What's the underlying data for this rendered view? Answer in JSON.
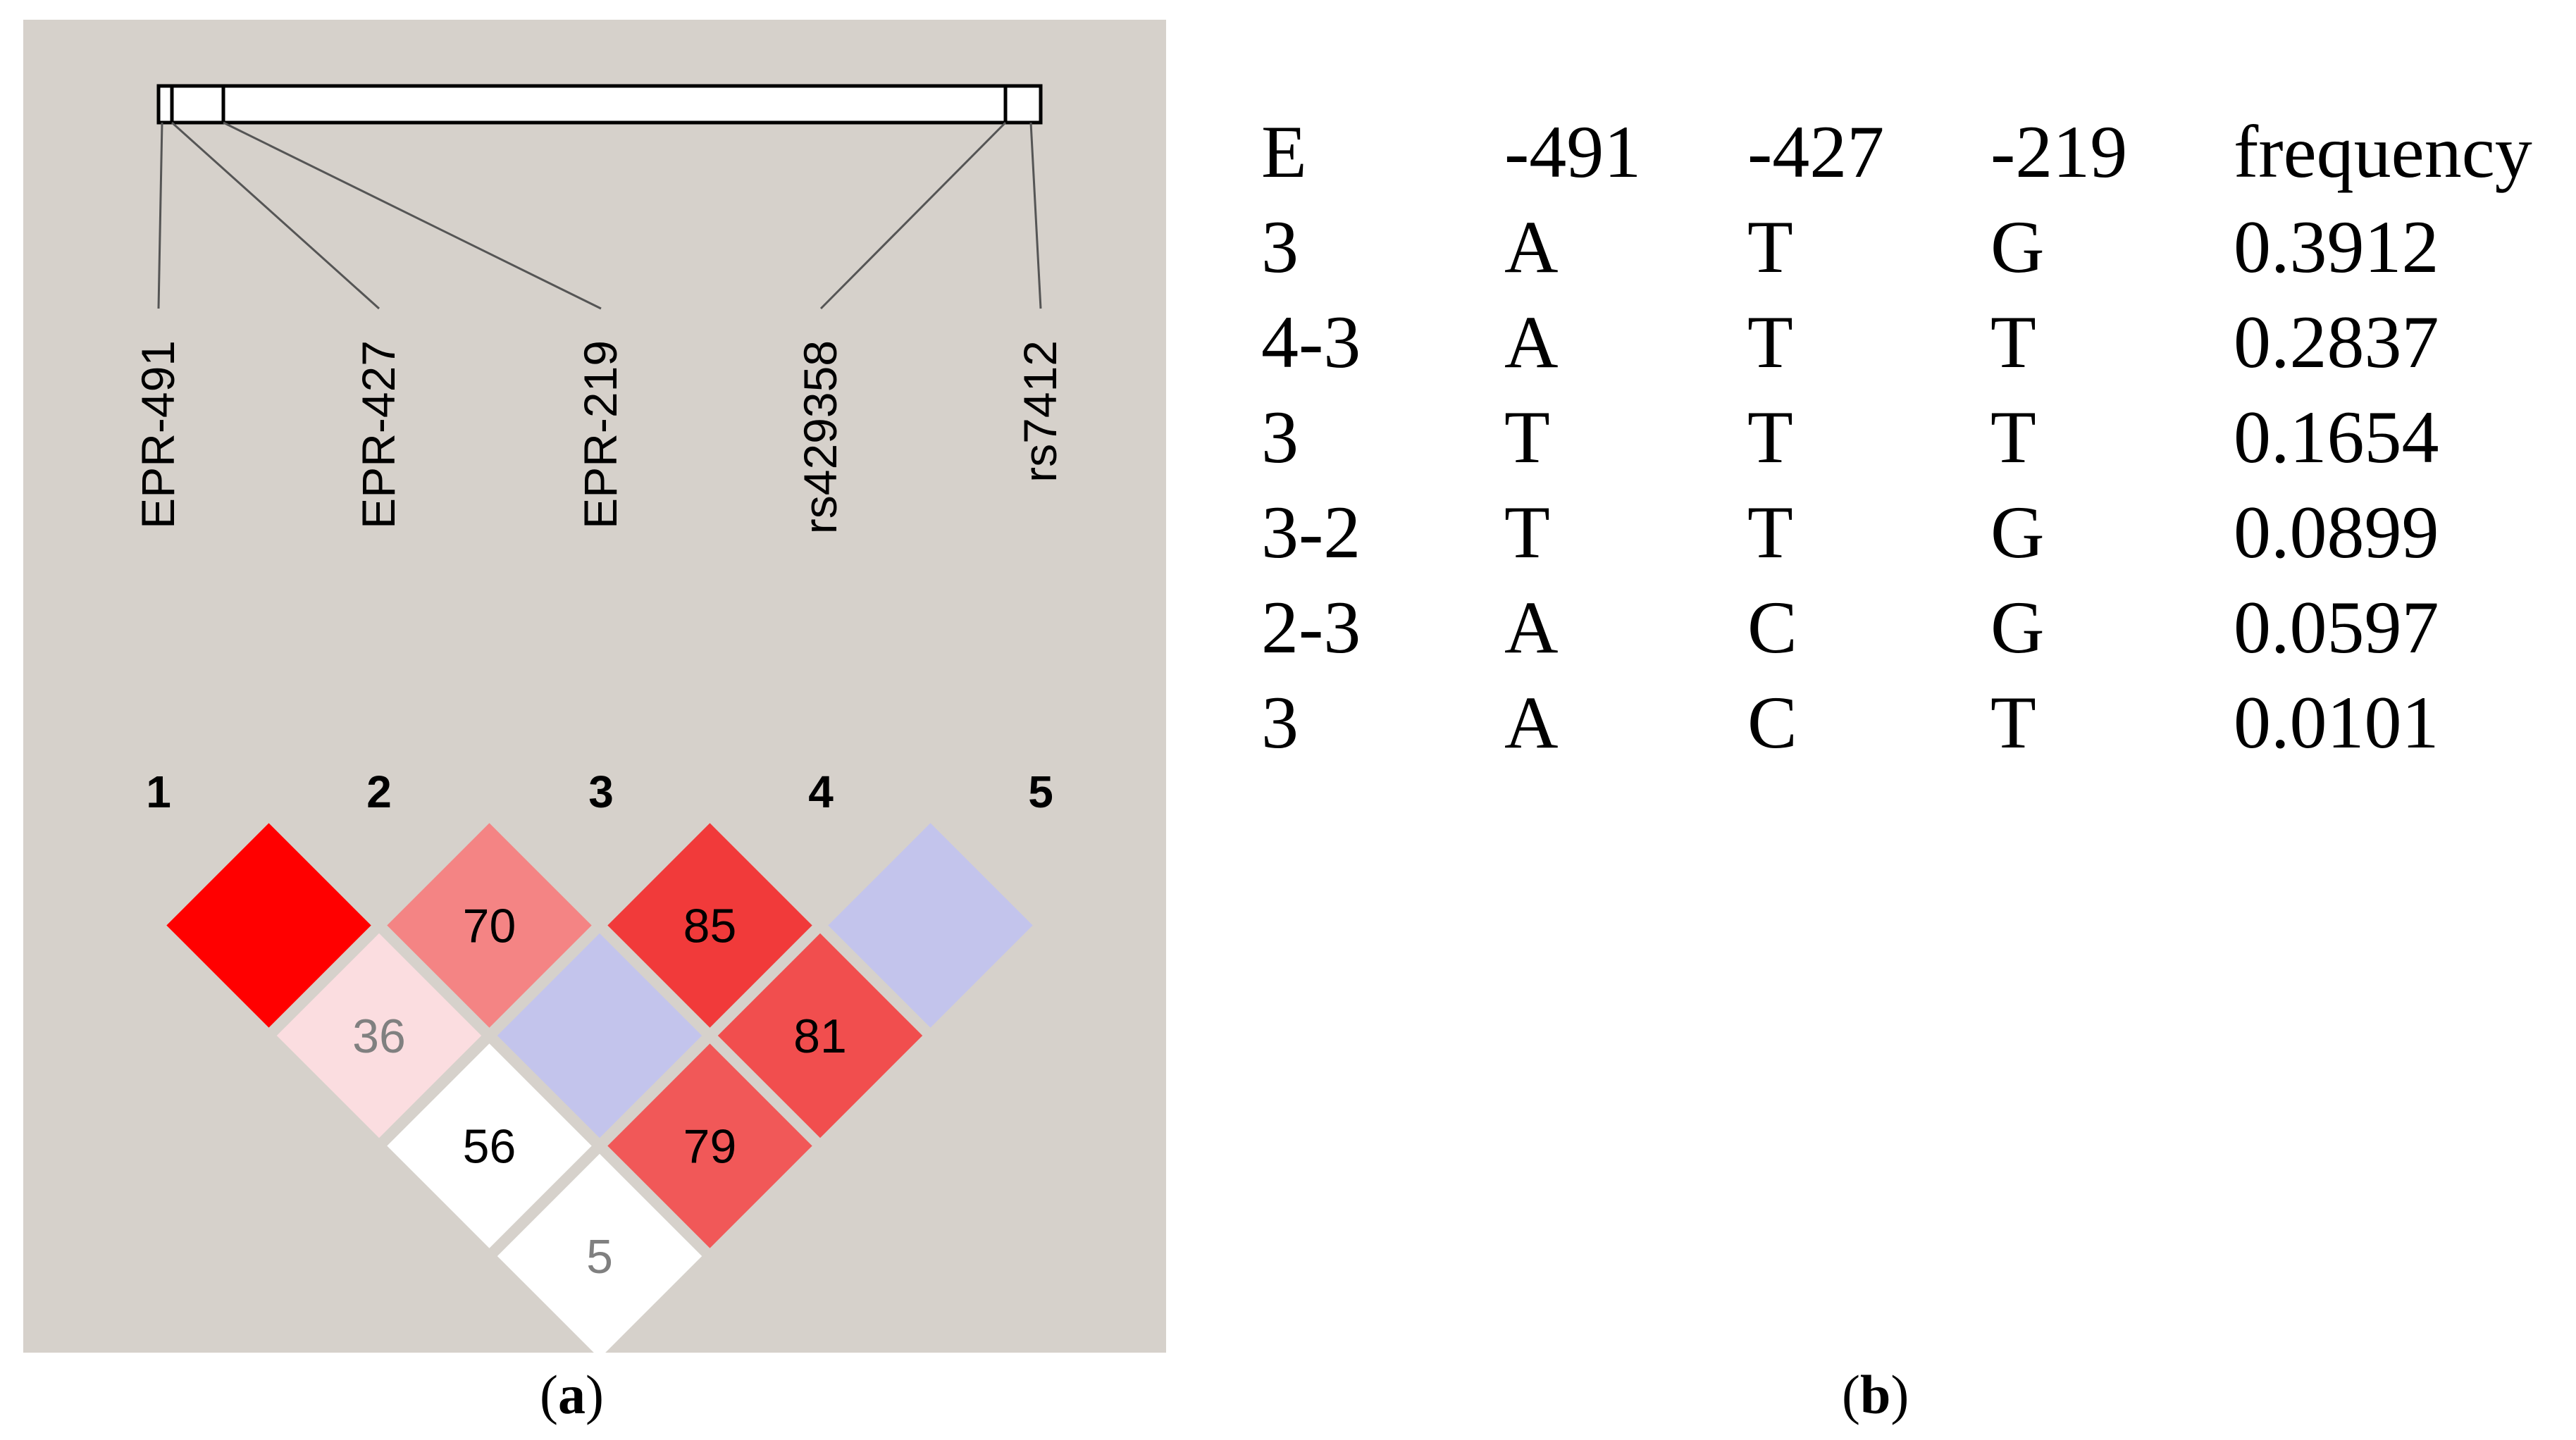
{
  "panel_a": {
    "caption_open": "(",
    "caption_letter": "a",
    "caption_close": ")",
    "snps": [
      "EPR-491",
      "EPR-427",
      "EPR-219",
      "rs429358",
      "rs7412"
    ],
    "indices": [
      "1",
      "2",
      "3",
      "4",
      "5"
    ],
    "ld_cells": [
      {
        "i": 1,
        "j": 2,
        "value": "",
        "color": "#ff0000",
        "text_color": "#000000"
      },
      {
        "i": 2,
        "j": 3,
        "value": "70",
        "color": "#f48484",
        "text_color": "#000000"
      },
      {
        "i": 3,
        "j": 4,
        "value": "85",
        "color": "#f13a3a",
        "text_color": "#000000"
      },
      {
        "i": 4,
        "j": 5,
        "value": "",
        "color": "#c3c4ec",
        "text_color": "#000000"
      },
      {
        "i": 1,
        "j": 3,
        "value": "36",
        "color": "#fbdde0",
        "text_color": "#808080"
      },
      {
        "i": 2,
        "j": 4,
        "value": "",
        "color": "#c3c4ec",
        "text_color": "#000000"
      },
      {
        "i": 3,
        "j": 5,
        "value": "81",
        "color": "#f14e4e",
        "text_color": "#000000"
      },
      {
        "i": 1,
        "j": 4,
        "value": "56",
        "color": "#ffffff",
        "text_color": "#000000"
      },
      {
        "i": 2,
        "j": 5,
        "value": "79",
        "color": "#f15858",
        "text_color": "#000000"
      },
      {
        "i": 1,
        "j": 5,
        "value": "5",
        "color": "#ffffff",
        "text_color": "#808080"
      }
    ]
  },
  "panel_b": {
    "caption_open": "(",
    "caption_letter": "b",
    "caption_close": ")",
    "headers": [
      "E",
      "-491",
      "-427",
      "-219",
      "frequency"
    ],
    "rows": [
      [
        "3",
        "A",
        "T",
        "G",
        "0.3912"
      ],
      [
        "4-3",
        "A",
        "T",
        "T",
        "0.2837"
      ],
      [
        "3",
        "T",
        "T",
        "T",
        "0.1654"
      ],
      [
        "3-2",
        "T",
        "T",
        "G",
        "0.0899"
      ],
      [
        "2-3",
        "A",
        "C",
        "G",
        "0.0597"
      ],
      [
        "3",
        "A",
        "C",
        "T",
        "0.0101"
      ]
    ]
  }
}
